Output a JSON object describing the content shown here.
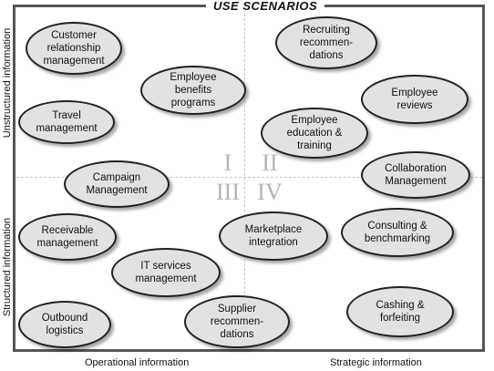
{
  "title": "USE SCENARIOS",
  "axes": {
    "y_top": "Unstructured information",
    "y_bottom": "Structured information",
    "x_left": "Operational information",
    "x_right": "Strategic information"
  },
  "quadrants": [
    "I",
    "II",
    "III",
    "IV"
  ],
  "bubbles": {
    "crm": "Customer\nrelationship\nmanagement",
    "benefits": "Employee\nbenefits\nprograms",
    "travel": "Travel\nmanagement",
    "campaign": "Campaign\nManagement",
    "receivable": "Receivable\nmanagement",
    "it_services": "IT services\nmanagement",
    "outbound": "Outbound\nlogistics",
    "supplier": "Supplier\nrecommen-\ndations",
    "recruiting": "Recruiting\nrecommen-\ndations",
    "reviews": "Employee\nreviews",
    "education": "Employee\neducation &\ntraining",
    "collaboration": "Collaboration\nManagement",
    "marketplace": "Marketplace\nintegration",
    "consulting": "Consulting &\nbenchmarking",
    "cashing": "Cashing &\nforfeiting"
  }
}
